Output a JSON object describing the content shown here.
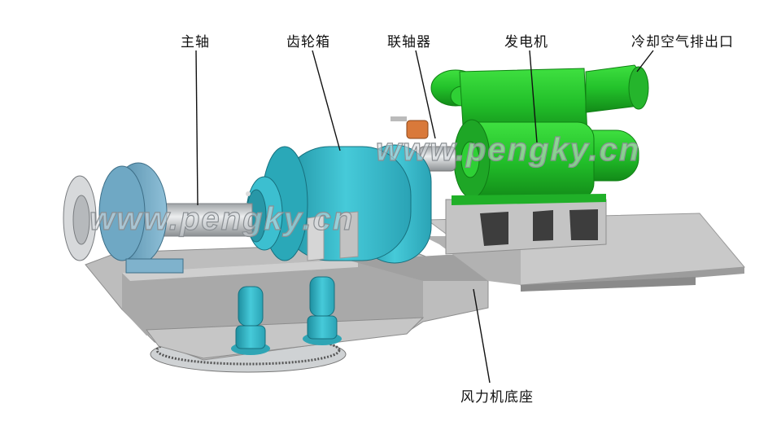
{
  "diagram": {
    "title_hidden": "",
    "labels": {
      "main_shaft": "主轴",
      "gearbox": "齿轮箱",
      "coupling": "联轴器",
      "generator": "发电机",
      "cooling_air_outlet": "冷却空气排出口",
      "nacelle_base": "风力机底座"
    },
    "watermarks": [
      "www.pengky.cn",
      "www.pengky.cn"
    ],
    "colors": {
      "generator_green": "#22c02a",
      "gearbox_cyan": "#3cbfd0",
      "bearing_blue": "#6fa8c4",
      "frame_gray": "#b9b9b9",
      "coupling_orange": "#d9793a",
      "shaft_silver": "#c8cacc"
    }
  }
}
